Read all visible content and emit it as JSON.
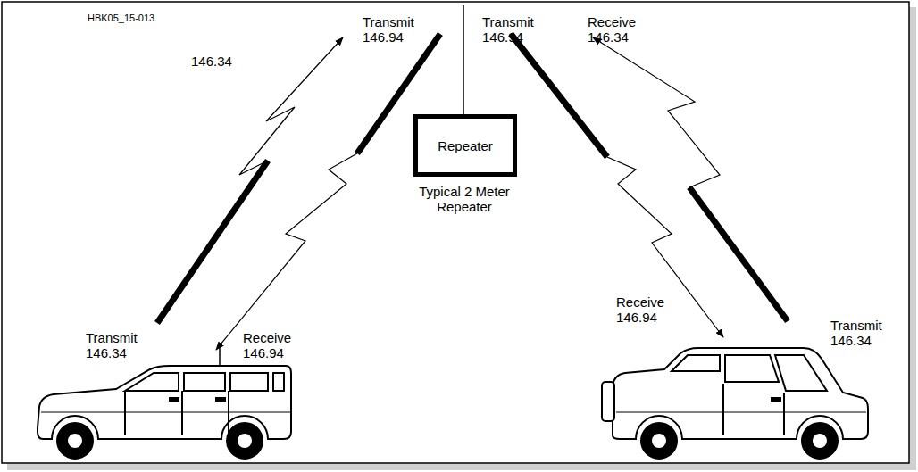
{
  "diagram": {
    "nodes": [
      {
        "text": [
          "Repeater"
        ]
      }
    ],
    "labels": [
      "HBK05_15-013",
      "146.34",
      "Transmit 146.94",
      "Transmit 146.94",
      "Receive 146.34",
      "Typical 2 Meter Repeater",
      "Transmit 146.34",
      "Receive 146.94",
      "Receive 146.94",
      "Transmit 146.34"
    ]
  }
}
